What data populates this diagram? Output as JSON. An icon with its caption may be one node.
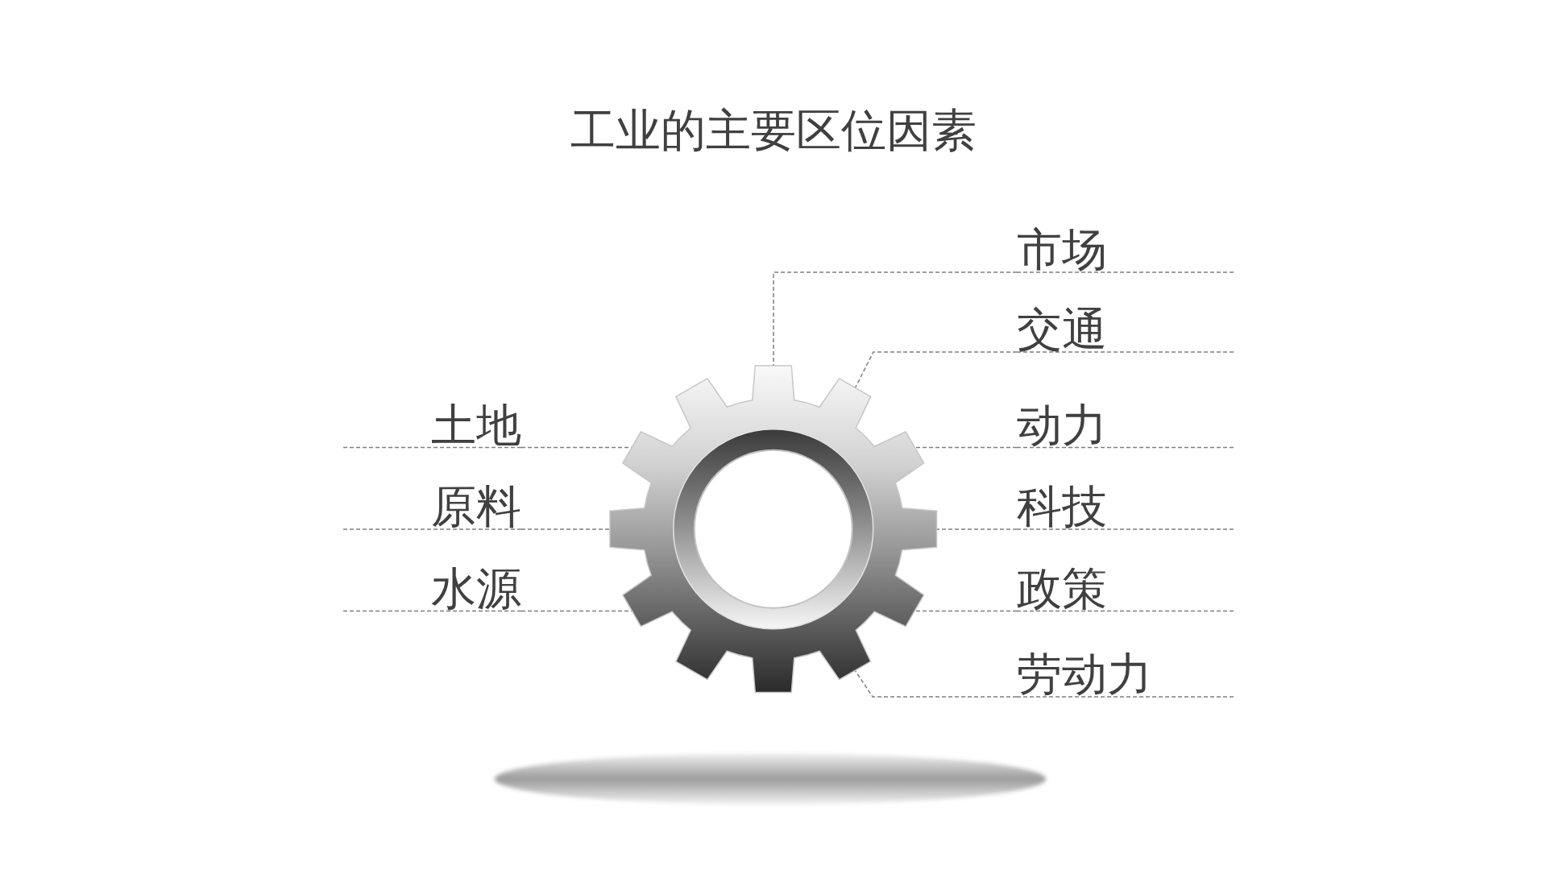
{
  "diagram": {
    "title": "工业的主要区位因素",
    "nodes": [
      {
        "text": [
          "市场"
        ]
      },
      {
        "text": [
          "交通"
        ]
      },
      {
        "text": [
          "土地"
        ]
      },
      {
        "text": [
          "动力"
        ]
      },
      {
        "text": [
          "原料"
        ]
      },
      {
        "text": [
          "科技"
        ]
      },
      {
        "text": [
          "水源"
        ]
      },
      {
        "text": [
          "政策"
        ]
      },
      {
        "text": [
          "劳动力"
        ]
      },
      {
        "text": [],
        "shape": "gear"
      }
    ],
    "edges": [
      {
        "from": 0,
        "to": 9,
        "arrow": "none",
        "style": "dashed"
      },
      {
        "from": 1,
        "to": 9,
        "arrow": "none",
        "style": "dashed"
      },
      {
        "from": 2,
        "to": 9,
        "arrow": "none",
        "style": "dashed"
      },
      {
        "from": 3,
        "to": 9,
        "arrow": "none",
        "style": "dashed"
      },
      {
        "from": 4,
        "to": 9,
        "arrow": "none",
        "style": "dashed"
      },
      {
        "from": 5,
        "to": 9,
        "arrow": "none",
        "style": "dashed"
      },
      {
        "from": 6,
        "to": 9,
        "arrow": "none",
        "style": "dashed"
      },
      {
        "from": 7,
        "to": 9,
        "arrow": "none",
        "style": "dashed"
      },
      {
        "from": 8,
        "to": 9,
        "arrow": "none",
        "style": "dashed"
      }
    ]
  }
}
